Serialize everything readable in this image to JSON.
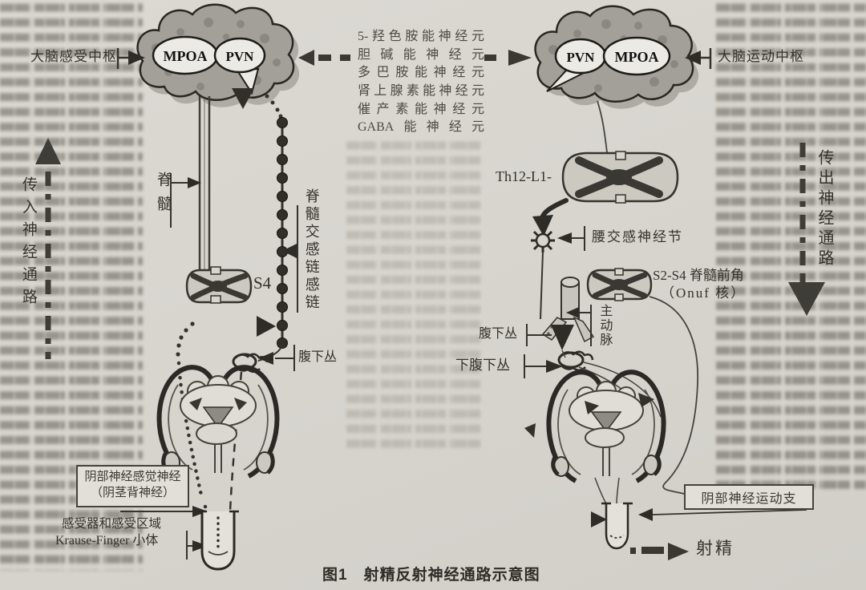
{
  "figure_caption": {
    "prefix": "图1",
    "title": "射精反射神经通路示意图"
  },
  "brain_left": {
    "label": "大脑感受中枢",
    "nuclei": [
      "MPOA",
      "PVN"
    ]
  },
  "brain_right": {
    "label": "大脑运动中枢",
    "nuclei": [
      "PVN",
      "MPOA"
    ]
  },
  "neuron_types": [
    "5-羟色胺能神经元",
    "胆碱能神经元",
    "多巴胺能神经元",
    "肾上腺素能神经元",
    "催产素能神经元",
    "GABA能神经元"
  ],
  "pathways": {
    "afferent": "传入神经通路",
    "efferent": "传出神经通路"
  },
  "left_side": {
    "spinal_cord": "脊髓",
    "sympathetic_chain": "脊髓交感链感链",
    "s4": "S4",
    "hypogastric_plexus": "腹下丛",
    "pudendal_sensory_line1": "阴部神经感觉神经",
    "pudendal_sensory_line2": "（阴茎背神经）",
    "receptor_line1": "感受器和感受区域",
    "receptor_line2": "Krause-Finger 小体"
  },
  "right_side": {
    "th12_l1": "Th12-L1-",
    "lumbar_ganglion": "腰交感神经节",
    "anterior_horn_line1": "S2-S4 脊髓前角",
    "anterior_horn_line2": "（Onuf 核）",
    "aorta": "主动脉",
    "hypogastric_plexus": "腹下丛",
    "inferior_hypogastric_plexus": "下腹下丛",
    "pudendal_motor_branch": "阴部神经运动支",
    "ejaculation": "射精"
  },
  "colors": {
    "page_bg": "#d8d5cf",
    "ink": "#34322c",
    "box_bg": "#e2dfd8"
  }
}
